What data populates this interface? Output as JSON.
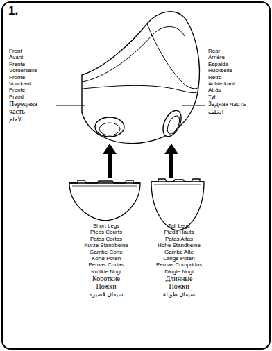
{
  "diagram": {
    "labels": [
      "1.",
      "Front",
      "Avant",
      "Frente",
      "Vorderseite",
      "Fronte",
      "Voorkant",
      "Frente",
      "Przód",
      "Передняя часть",
      "الأمام",
      "Rear",
      "Arrière",
      "Espalda",
      "Rückseite",
      "Retro",
      "Achterkant",
      "Atrás",
      "Tył",
      "Задняя часть",
      "الخلف",
      "Short Legs",
      "Pieds Courts",
      "Patas Cortas",
      "Kurze Standbeine",
      "Gambe Corte",
      "Korte Poten",
      "Pernas Curtas",
      "Krótkie Nogi",
      "Короткие Ножки",
      "سيقان قصيرة",
      "Tall Legs",
      "Pieds Hauts",
      "Patas Altas",
      "Hohe Standbeine",
      "Gambe Alte",
      "Lange Poten",
      "Pernas Compridas",
      "Długie Nogi",
      "Длинные Ножки",
      "سيقان طويلة"
    ]
  }
}
